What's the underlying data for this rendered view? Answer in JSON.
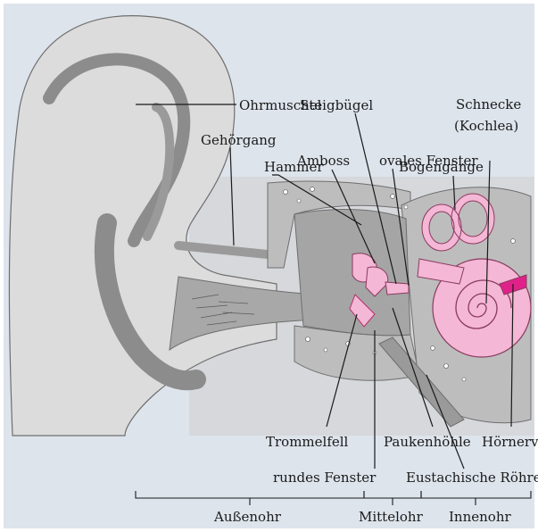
{
  "colors": {
    "background": "#dde4ec",
    "skin": "#dcdcdc",
    "skin_dark": "#8c8c8c",
    "bone": "#bdbdbd",
    "inner_ear": "#f4b7d6",
    "accent": "#e0218a"
  },
  "labels": {
    "ohrmuschel": "Ohrmuschel",
    "gehoergang": "Gehörgang",
    "hammer": "Hammer",
    "amboss": "Amboss",
    "steigbuegel": "Steigbügel",
    "ovales_fenster": "ovales Fenster",
    "schnecke": "Schnecke",
    "kochlea": "(Kochlea)",
    "bogengaenge": "Bogengänge",
    "trommelfell": "Trommelfell",
    "paukenhoehle": "Paukenhöhle",
    "hoernerv": "Hörnerv",
    "rundes_fenster": "rundes Fenster",
    "eustachische_roehre": "Eustachische Röhre"
  },
  "regions": {
    "aussenohr": "Außenohr",
    "mittelohr": "Mittelohr",
    "innenohr": "Innenohr"
  }
}
